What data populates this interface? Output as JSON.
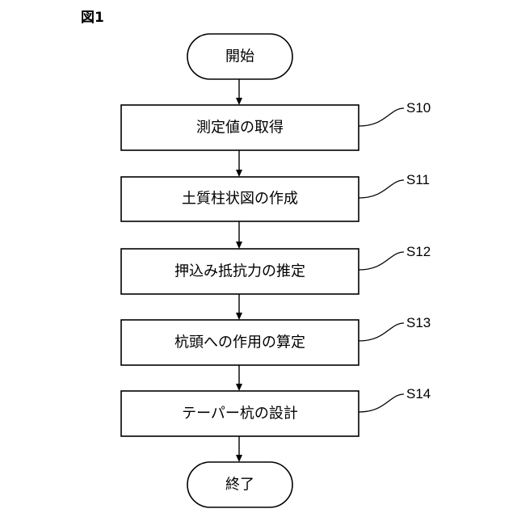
{
  "figure_label": "図1",
  "start": {
    "label": "開始"
  },
  "steps": [
    {
      "id": "S10",
      "label": "測定値の取得"
    },
    {
      "id": "S11",
      "label": "土質柱状図の作成"
    },
    {
      "id": "S12",
      "label": "押込み抵抗力の推定"
    },
    {
      "id": "S13",
      "label": "杭頭への作用の算定"
    },
    {
      "id": "S14",
      "label": "テーパー杭の設計"
    }
  ],
  "end": {
    "label": "終了"
  }
}
